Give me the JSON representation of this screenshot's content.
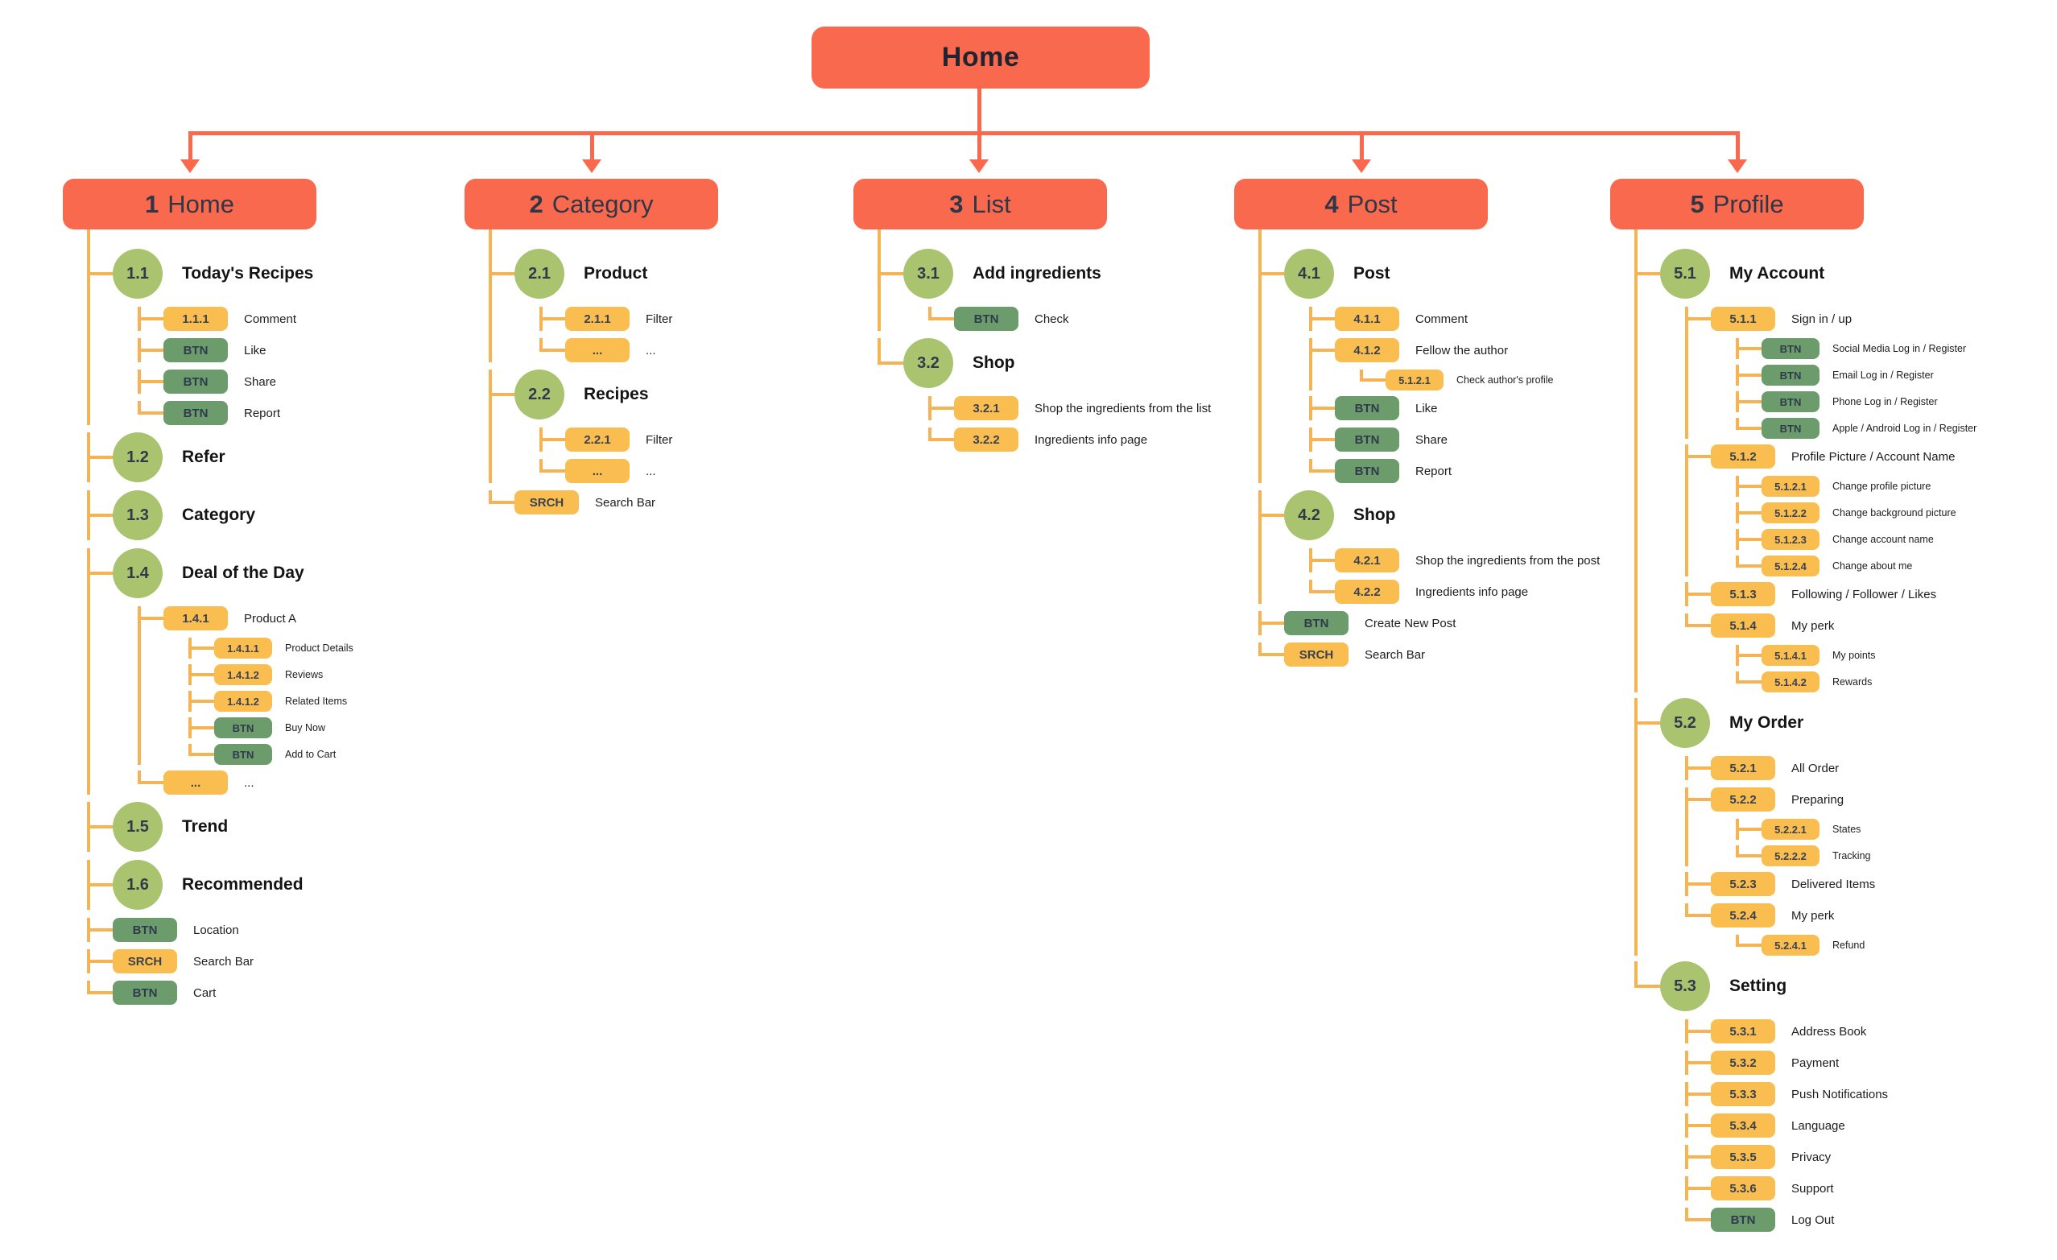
{
  "root": {
    "label": "Home"
  },
  "colors": {
    "header_orange": "#F9694D",
    "line_gold": "#F6B353",
    "badge_yellow": "#F9BE4F",
    "badge_green": "#6C9B6C",
    "circle_green": "#A9C36F",
    "text_dark": "#2F3747"
  },
  "columns": [
    {
      "num": "1",
      "title": "Home",
      "items": [
        {
          "type": "sec",
          "badge": "1.1",
          "label": "Today's Recipes",
          "children": [
            {
              "type": "num",
              "badge": "1.1.1",
              "label": "Comment"
            },
            {
              "type": "btn",
              "badge": "BTN",
              "label": "Like"
            },
            {
              "type": "btn",
              "badge": "BTN",
              "label": "Share"
            },
            {
              "type": "btn",
              "badge": "BTN",
              "label": "Report"
            }
          ]
        },
        {
          "type": "sec",
          "badge": "1.2",
          "label": "Refer"
        },
        {
          "type": "sec",
          "badge": "1.3",
          "label": "Category"
        },
        {
          "type": "sec",
          "badge": "1.4",
          "label": "Deal of the Day",
          "children": [
            {
              "type": "num",
              "badge": "1.4.1",
              "label": "Product A",
              "children": [
                {
                  "type": "num",
                  "badge": "1.4.1.1",
                  "label": "Product Details"
                },
                {
                  "type": "num",
                  "badge": "1.4.1.2",
                  "label": "Reviews"
                },
                {
                  "type": "num",
                  "badge": "1.4.1.2",
                  "label": "Related Items"
                },
                {
                  "type": "btn",
                  "badge": "BTN",
                  "label": "Buy Now"
                },
                {
                  "type": "btn",
                  "badge": "BTN",
                  "label": "Add to Cart"
                }
              ]
            },
            {
              "type": "dots",
              "badge": "...",
              "label": "..."
            }
          ]
        },
        {
          "type": "sec",
          "badge": "1.5",
          "label": "Trend"
        },
        {
          "type": "sec",
          "badge": "1.6",
          "label": "Recommended"
        },
        {
          "type": "btn",
          "badge": "BTN",
          "label": "Location"
        },
        {
          "type": "srch",
          "badge": "SRCH",
          "label": "Search Bar"
        },
        {
          "type": "btn",
          "badge": "BTN",
          "label": "Cart"
        }
      ]
    },
    {
      "num": "2",
      "title": "Category",
      "items": [
        {
          "type": "sec",
          "badge": "2.1",
          "label": "Product",
          "children": [
            {
              "type": "num",
              "badge": "2.1.1",
              "label": "Filter"
            },
            {
              "type": "dots",
              "badge": "...",
              "label": "..."
            }
          ]
        },
        {
          "type": "sec",
          "badge": "2.2",
          "label": "Recipes",
          "children": [
            {
              "type": "num",
              "badge": "2.2.1",
              "label": "Filter"
            },
            {
              "type": "dots",
              "badge": "...",
              "label": "..."
            }
          ]
        },
        {
          "type": "srch",
          "badge": "SRCH",
          "label": "Search Bar"
        }
      ]
    },
    {
      "num": "3",
      "title": "List",
      "items": [
        {
          "type": "sec",
          "badge": "3.1",
          "label": "Add ingredients",
          "children": [
            {
              "type": "btn",
              "badge": "BTN",
              "label": "Check"
            }
          ]
        },
        {
          "type": "sec",
          "badge": "3.2",
          "label": "Shop",
          "children": [
            {
              "type": "num",
              "badge": "3.2.1",
              "label": "Shop the ingredients from the list"
            },
            {
              "type": "num",
              "badge": "3.2.2",
              "label": "Ingredients info page"
            }
          ]
        }
      ]
    },
    {
      "num": "4",
      "title": "Post",
      "items": [
        {
          "type": "sec",
          "badge": "4.1",
          "label": "Post",
          "children": [
            {
              "type": "num",
              "badge": "4.1.1",
              "label": "Comment"
            },
            {
              "type": "num",
              "badge": "4.1.2",
              "label": "Fellow the author",
              "children": [
                {
                  "type": "num",
                  "badge": "5.1.2.1",
                  "label": "Check author's profile"
                }
              ]
            },
            {
              "type": "btn",
              "badge": "BTN",
              "label": "Like"
            },
            {
              "type": "btn",
              "badge": "BTN",
              "label": "Share"
            },
            {
              "type": "btn",
              "badge": "BTN",
              "label": "Report"
            }
          ]
        },
        {
          "type": "sec",
          "badge": "4.2",
          "label": "Shop",
          "children": [
            {
              "type": "num",
              "badge": "4.2.1",
              "label": "Shop the ingredients from the post"
            },
            {
              "type": "num",
              "badge": "4.2.2",
              "label": "Ingredients info page"
            }
          ]
        },
        {
          "type": "btn",
          "badge": "BTN",
          "label": "Create New Post"
        },
        {
          "type": "srch",
          "badge": "SRCH",
          "label": "Search Bar"
        }
      ]
    },
    {
      "num": "5",
      "title": "Profile",
      "items": [
        {
          "type": "sec",
          "badge": "5.1",
          "label": "My Account",
          "children": [
            {
              "type": "num",
              "badge": "5.1.1",
              "label": "Sign in / up",
              "children": [
                {
                  "type": "btn",
                  "badge": "BTN",
                  "label": "Social Media Log in / Register"
                },
                {
                  "type": "btn",
                  "badge": "BTN",
                  "label": "Email Log in / Register"
                },
                {
                  "type": "btn",
                  "badge": "BTN",
                  "label": "Phone Log in / Register"
                },
                {
                  "type": "btn",
                  "badge": "BTN",
                  "label": "Apple / Android Log in / Register"
                }
              ]
            },
            {
              "type": "num",
              "badge": "5.1.2",
              "label": "Profile Picture / Account Name",
              "children": [
                {
                  "type": "num",
                  "badge": "5.1.2.1",
                  "label": "Change profile picture"
                },
                {
                  "type": "num",
                  "badge": "5.1.2.2",
                  "label": "Change background picture"
                },
                {
                  "type": "num",
                  "badge": "5.1.2.3",
                  "label": "Change account name"
                },
                {
                  "type": "num",
                  "badge": "5.1.2.4",
                  "label": "Change about me"
                }
              ]
            },
            {
              "type": "num",
              "badge": "5.1.3",
              "label": "Following / Follower / Likes"
            },
            {
              "type": "num",
              "badge": "5.1.4",
              "label": "My perk",
              "children": [
                {
                  "type": "num",
                  "badge": "5.1.4.1",
                  "label": "My points"
                },
                {
                  "type": "num",
                  "badge": "5.1.4.2",
                  "label": "Rewards"
                }
              ]
            }
          ]
        },
        {
          "type": "sec",
          "badge": "5.2",
          "label": "My Order",
          "children": [
            {
              "type": "num",
              "badge": "5.2.1",
              "label": "All Order"
            },
            {
              "type": "num",
              "badge": "5.2.2",
              "label": "Preparing",
              "children": [
                {
                  "type": "num",
                  "badge": "5.2.2.1",
                  "label": "States"
                },
                {
                  "type": "num",
                  "badge": "5.2.2.2",
                  "label": "Tracking"
                }
              ]
            },
            {
              "type": "num",
              "badge": "5.2.3",
              "label": "Delivered Items"
            },
            {
              "type": "num",
              "badge": "5.2.4",
              "label": "My perk",
              "children": [
                {
                  "type": "num",
                  "badge": "5.2.4.1",
                  "label": "Refund"
                }
              ]
            }
          ]
        },
        {
          "type": "sec",
          "badge": "5.3",
          "label": "Setting",
          "children": [
            {
              "type": "num",
              "badge": "5.3.1",
              "label": "Address Book"
            },
            {
              "type": "num",
              "badge": "5.3.2",
              "label": "Payment"
            },
            {
              "type": "num",
              "badge": "5.3.3",
              "label": "Push Notifications"
            },
            {
              "type": "num",
              "badge": "5.3.4",
              "label": "Language"
            },
            {
              "type": "num",
              "badge": "5.3.5",
              "label": "Privacy"
            },
            {
              "type": "num",
              "badge": "5.3.6",
              "label": "Support"
            },
            {
              "type": "btn",
              "badge": "BTN",
              "label": "Log Out"
            }
          ]
        }
      ]
    }
  ]
}
